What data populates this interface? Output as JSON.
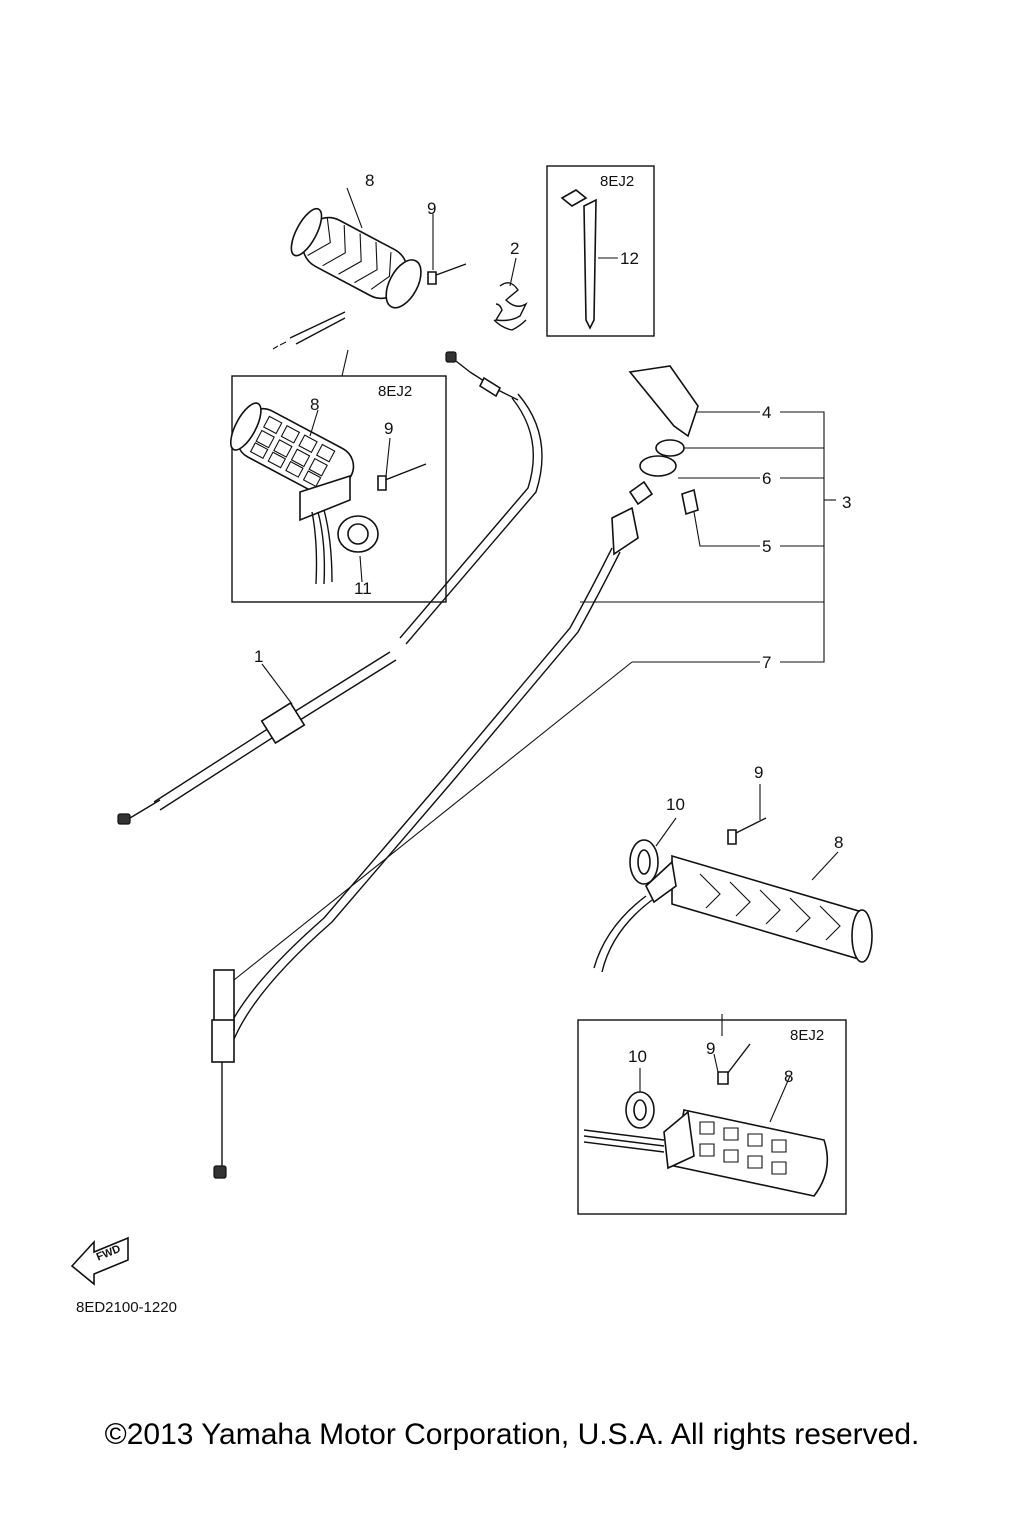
{
  "diagram": {
    "variant_code": "8EJ2",
    "drawing_number": "8ED2100-1220",
    "fwd_label": "FWD",
    "callouts": {
      "c1": "1",
      "c2": "2",
      "c3": "3",
      "c4": "4",
      "c5": "5",
      "c6": "6",
      "c7": "7",
      "c8": "8",
      "c9": "9",
      "c10": "10",
      "c11": "11",
      "c12": "12"
    }
  },
  "footer": {
    "copyright": "©2013 Yamaha Motor Corporation, U.S.A. All rights reserved."
  }
}
